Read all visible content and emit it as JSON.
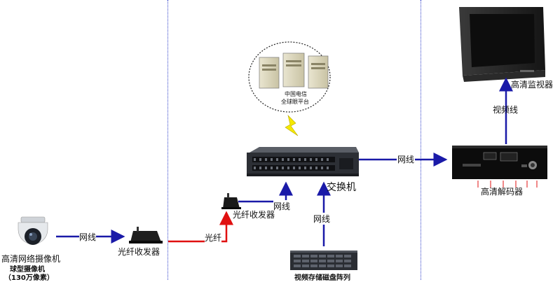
{
  "devices": {
    "camera": {
      "label": "高清网络摄像机",
      "sub1": "球型摄像机",
      "sub2": "（130万像素）"
    },
    "transceiver_left": {
      "label": "光纤收发器"
    },
    "transceiver_mid": {
      "label": "光纤收发器"
    },
    "switch": {
      "label": "交换机"
    },
    "servers": {
      "line1": "中国电信",
      "line2": "全球眼平台"
    },
    "storage": {
      "label": "视频存储磁盘阵列"
    },
    "decoder": {
      "label": "高清解码器"
    },
    "monitor": {
      "label": "高清监视器"
    }
  },
  "links": {
    "camera_to_transceiver": "网线",
    "fiber": "光纤",
    "transceiver_to_switch": "网线",
    "storage_to_switch": "网线",
    "switch_to_decoder": "网线",
    "decoder_to_monitor": "视频线"
  },
  "colors": {
    "network_link": "#1a1aa8",
    "fiber_link": "#e01010",
    "zone_divider": "#3344cc",
    "lightning": "#f5e800"
  }
}
